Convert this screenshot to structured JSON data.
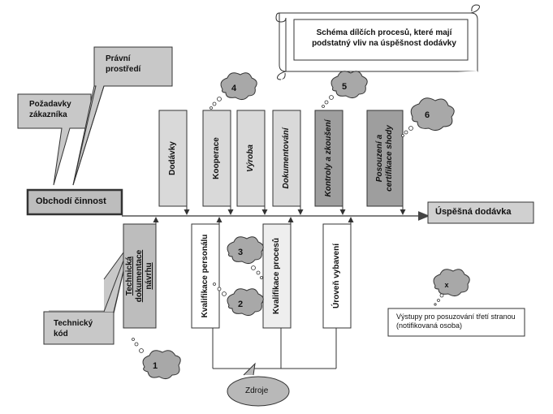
{
  "title_scroll": {
    "text": "Schéma dílčích procesů, které mají podstatný vliv na úspěšnost dodávky"
  },
  "start_box": {
    "label": "Obchodí činnost"
  },
  "end_box": {
    "label": "Úspěšná dodávka"
  },
  "callouts": {
    "pozadavky": "Požadavky zákazníka",
    "pravni": "Právní prostředí",
    "technicky_kod": "Technický kód",
    "zdroje": "Zdroje"
  },
  "top_processes": [
    "Dodávky",
    "Kooperace",
    "Výroba",
    "Dokumentování",
    "Kontroly a zkoušení",
    "Posouzení a certifikace shody"
  ],
  "bottom_processes": [
    "Technická dokumentace návrhu",
    "Kvalifikace personálu",
    "Kvalifikace procesů",
    "Úroveň vybavení"
  ],
  "clouds": [
    "1",
    "2",
    "3",
    "4",
    "5",
    "6",
    "x"
  ],
  "note": {
    "text": "Výstupy pro posuzování třetí stranou (notifikovaná osoba)"
  },
  "colors": {
    "light_box": "#d9d9d9",
    "mid_box": "#bdbdbd",
    "dark_box": "#9e9e9e",
    "bubble": "#c8c8c8",
    "cloud": "#a8a8a8"
  }
}
